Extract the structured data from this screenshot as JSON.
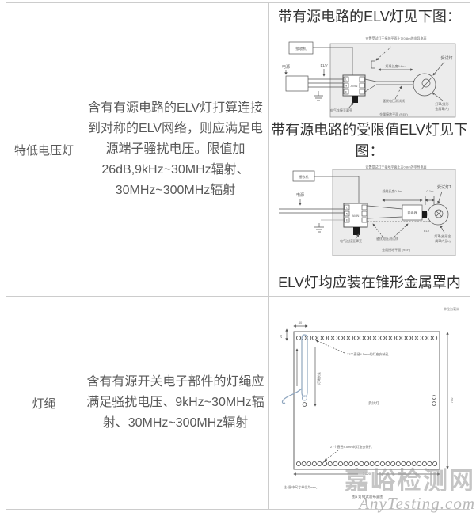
{
  "colors": {
    "table_border": "#cccccc",
    "body_text": "#595959",
    "caption_text": "#333333",
    "diagram_background": "#ececec",
    "watermark": "#c0c0c0",
    "cable": "#8fa6bf"
  },
  "table": {
    "rows": [
      {
        "label": "特低电压灯",
        "description": "含有有源电路的ELV灯打算连接到对称的ELV网络，则应满足电源端子骚扰电压。限值加26dB,9kHz~30MHz辐射、30MHz~300MHz辐射"
      },
      {
        "label": "灯绳",
        "description": "含有有源开关电子部件的灯绳应满足骚扰电压、9kHz~30MHz辐射、30MHz~300MHz辐射"
      }
    ]
  },
  "figures": {
    "caption_top": "带有源电路的ELV灯见下图：",
    "caption_mid": "带有源电路的受限值ELV灯见下图：",
    "caption_bottom": "ELV灯均应装在锥形金属罩内"
  },
  "diagram1": {
    "top_note": "安置受试灯于接地平面上方0.8m的非导电面",
    "receiver": "接收机",
    "source": "电源",
    "elv": "ELV",
    "amn": "AMN",
    "t_l": "L",
    "t_n": "N",
    "t_e": "E",
    "cable_dim": "灯线长度0.8m",
    "lamp": "受试灯",
    "bond": "电气连接至罩壳",
    "test_line": "骚扰电压测试线",
    "shade_1": "灯罩(锥形",
    "shade_2": "金属罩内)",
    "ref": "金属接地平面 (REF)"
  },
  "diagram2": {
    "top_note": "安置受试灯于接地平面上方0.8m的非导电面",
    "receiver": "接收机",
    "source": "电源",
    "amn": "AMN",
    "t_l": "L",
    "t_n": "N",
    "t_e": "E",
    "converter": "转换器",
    "cable_dim": "线缆长度0.8m",
    "gap_dim": "0.1m",
    "lamp": "受试灯T",
    "elv": "ELV",
    "bond": "电气连接至罩壳",
    "test_line": "骚扰电压测试线",
    "shade_1": "灯罩(锥形金",
    "shade_2": "属罩内见b)",
    "ref": "金属接地平面 (REF)"
  },
  "diagram3": {
    "unit_note": "单位为毫米",
    "holes_per_row": 27,
    "hole_note_top": "27个直径4.5mm的灯座安装孔",
    "hole_note_bottom": "27个直径4.5mm的灯座安装孔",
    "dut": "受试灯",
    "length_label": "灯绳长度",
    "dim_top": "40",
    "dim_left": "25",
    "dim_right": "750",
    "dim_bottom": "1 220",
    "note": "注: 图中尺寸单位为mm。",
    "caption": "图a 灯绳试验布置图"
  },
  "watermark": {
    "cn": "嘉峪检测网",
    "en": "AnyTesting.com"
  }
}
